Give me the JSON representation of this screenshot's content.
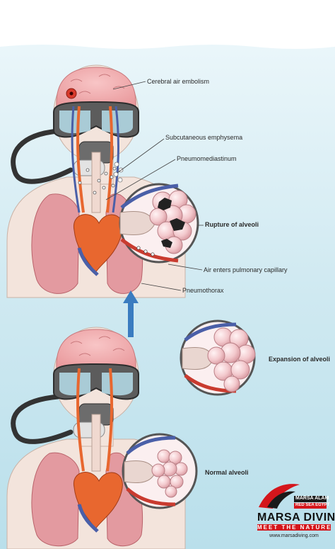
{
  "labels": {
    "cerebral_air_embolism": "Cerebral air embolism",
    "subcutaneous_emphysema": "Subcutaneous emphysema",
    "pneumomediastinum": "Pneumomediastinum",
    "rupture_of_alveoli": "Rupture of alveoli",
    "air_enters_pulmonary_capillary": "Air enters pulmonary capillary",
    "pneumothorax": "Pneumothorax",
    "expansion_of_alveoli": "Expansion of alveoli",
    "normal_alveoli": "Normal alveoli"
  },
  "logo": {
    "top_line": "MARSA ALAM",
    "sub_line": "RED SEA EGYPT",
    "brand": "MARSA DIVING",
    "tagline": "MEET THE NATURE",
    "url": "www.marsadiving.com"
  },
  "colors": {
    "water": "#cfe9f1",
    "lung": "#e39aa0",
    "skin": "#f3e4dc",
    "brain": "#f2b3b5",
    "artery": "#e8672f",
    "vein": "#4a5fa8",
    "arrow": "#3a7cc0",
    "logo_red": "#d4161c"
  }
}
